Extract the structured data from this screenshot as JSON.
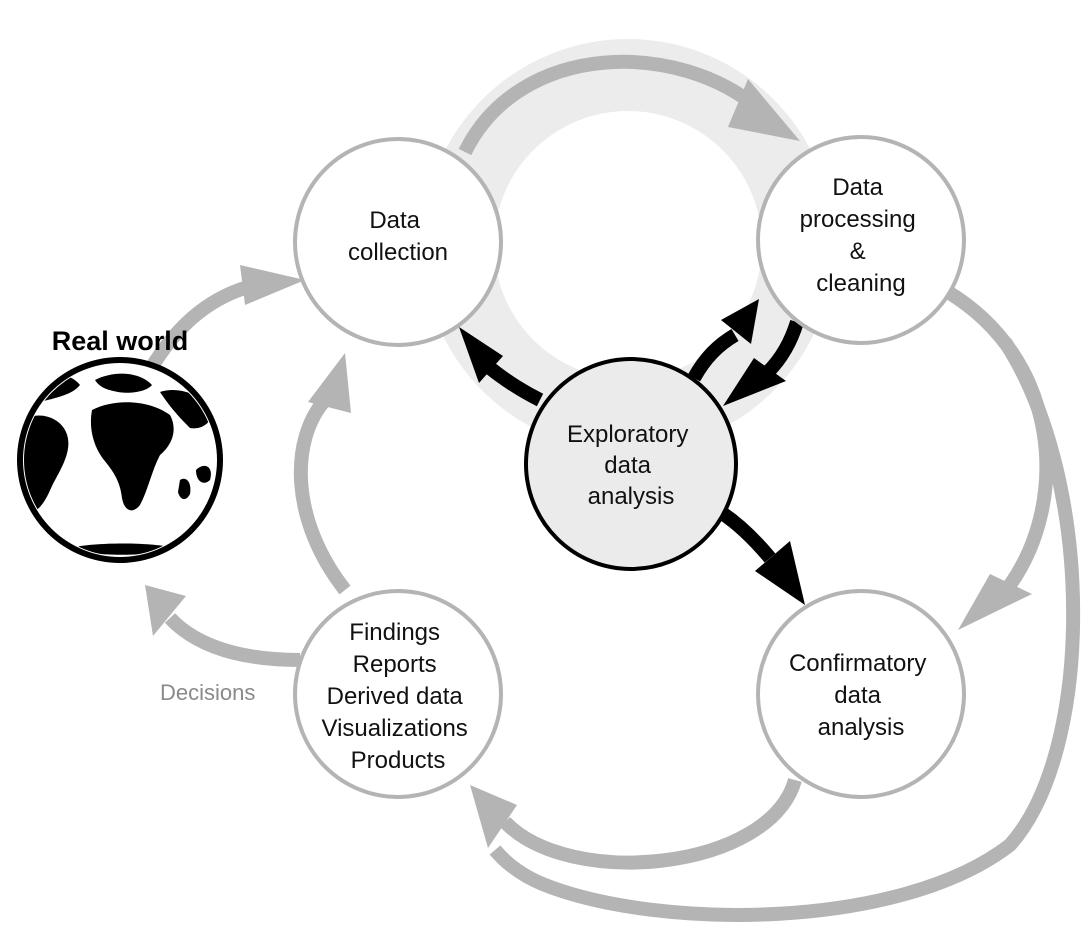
{
  "diagram": {
    "real_world": {
      "title": "Real world"
    },
    "nodes": {
      "data_collection": {
        "lines": [
          "Data",
          "collection"
        ]
      },
      "data_processing": {
        "lines": [
          "Data",
          "processing",
          "&",
          "cleaning"
        ]
      },
      "exploratory": {
        "lines": [
          "Exploratory",
          "data",
          "analysis"
        ]
      },
      "confirmatory": {
        "lines": [
          "Confirmatory",
          "data",
          "analysis"
        ]
      },
      "findings": {
        "lines": [
          "Findings",
          "Reports",
          "Derived data",
          "Visualizations",
          "Products"
        ]
      }
    },
    "edge_labels": {
      "decisions": "Decisions"
    },
    "colors": {
      "gray_arrow": "#b4b4b4",
      "ring": "#ececec",
      "node_stroke": "#b4b4b4",
      "center_fill": "#ebebeb",
      "black": "#000000"
    }
  }
}
